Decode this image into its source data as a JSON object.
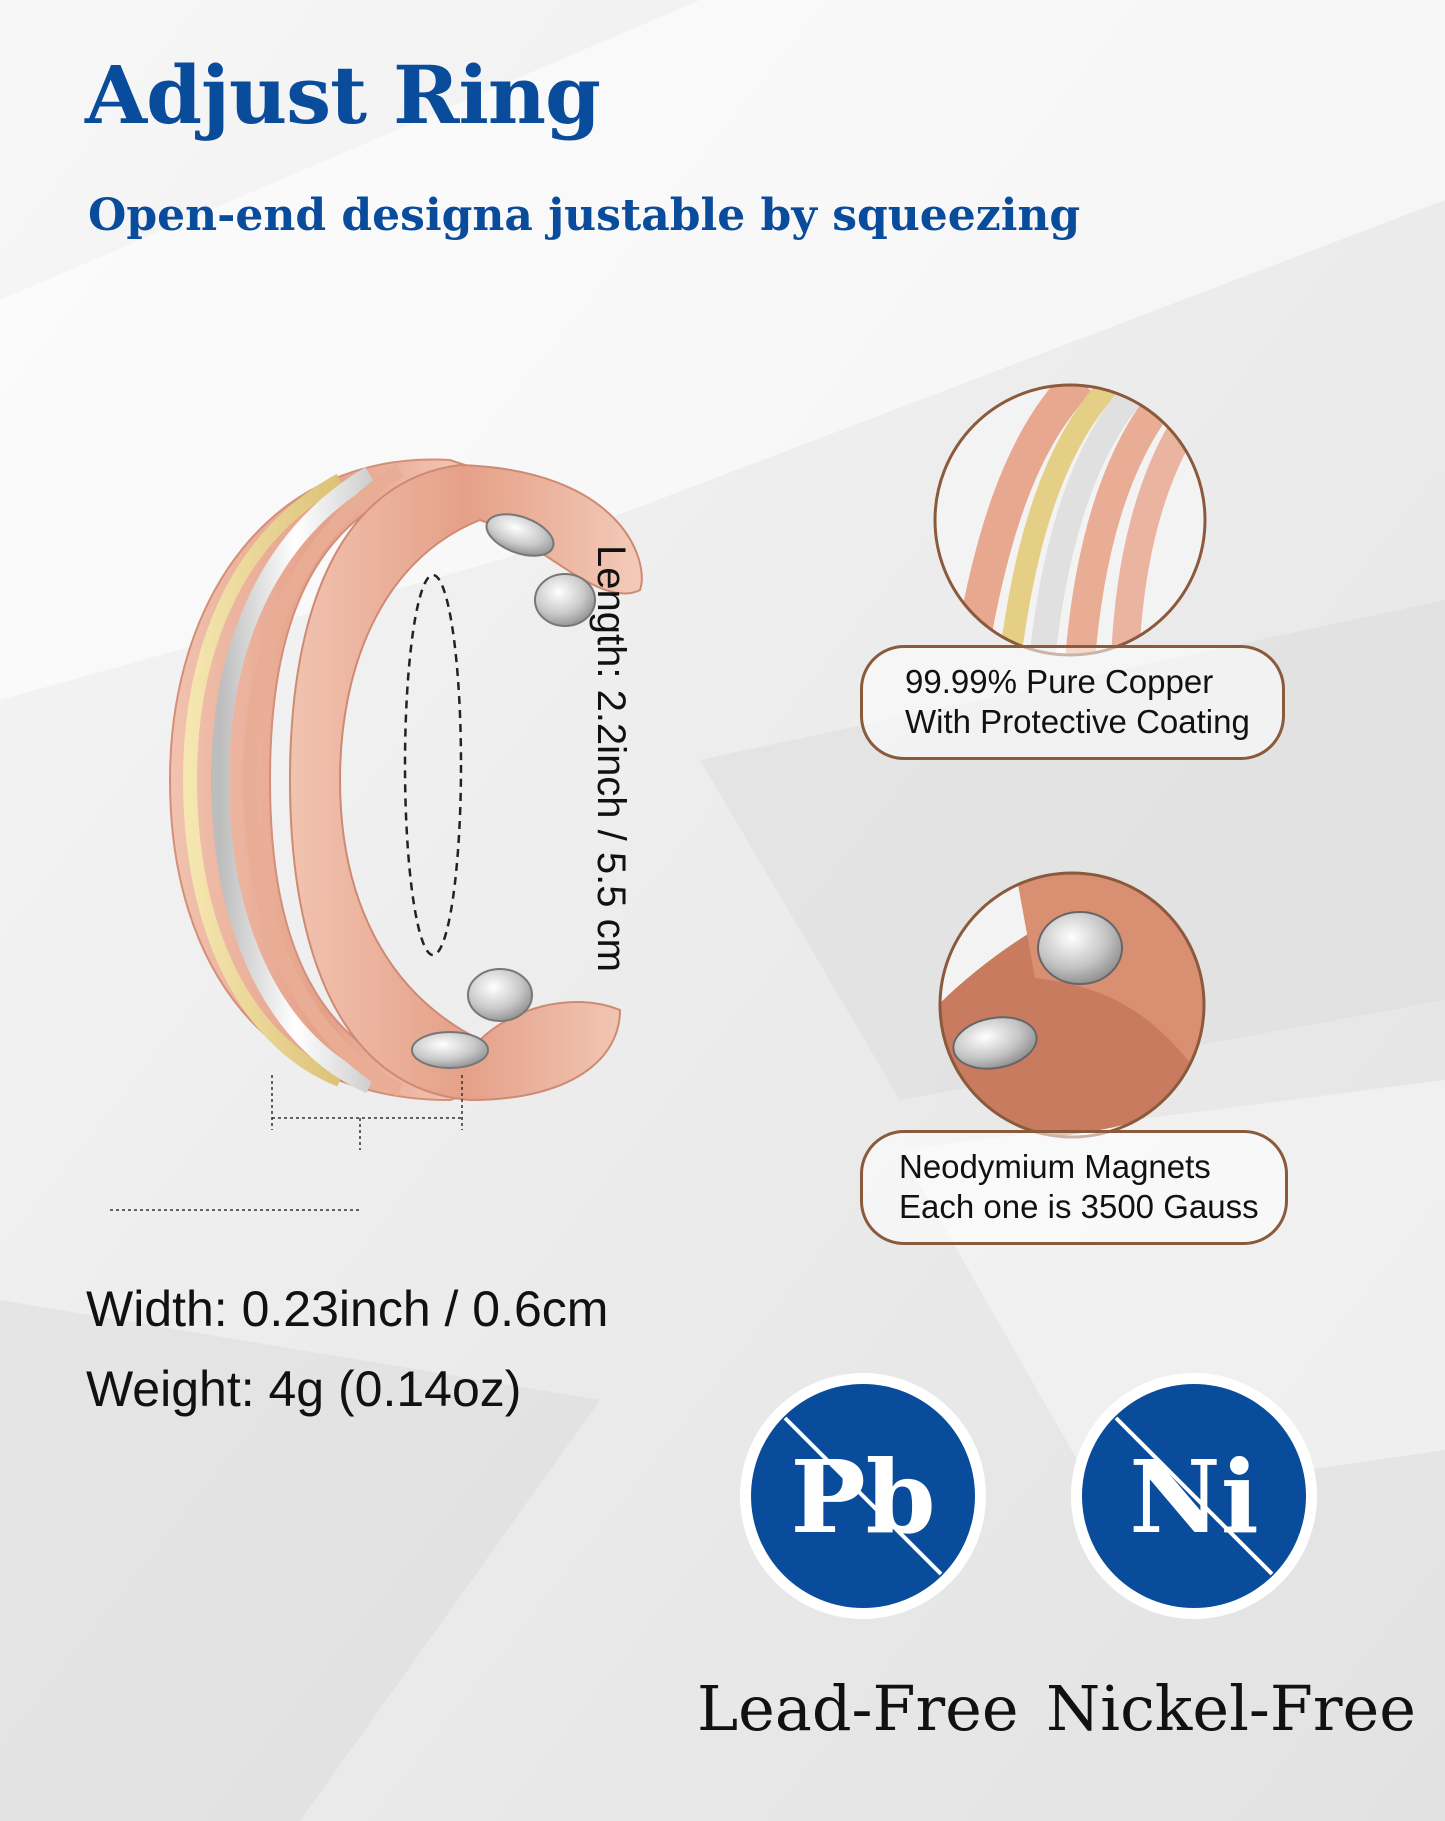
{
  "header": {
    "title": "Adjust Ring",
    "subtitle": "Open-end designa justable by squeezing"
  },
  "ring": {
    "length_label": "Length: 2.2inch / 5.5 cm"
  },
  "specs": {
    "width": "Width: 0.23inch / 0.6cm",
    "weight": "Weight: 4g (0.14oz)"
  },
  "callouts": [
    {
      "line1": "99.99% Pure Copper",
      "line2": "With Protective Coating"
    },
    {
      "line1": "Neodymium Magnets",
      "line2": "Each one is 3500 Gauss"
    }
  ],
  "badges": [
    {
      "symbol": "Pb",
      "label": "Lead-Free"
    },
    {
      "symbol": "Ni",
      "label": "Nickel-Free"
    }
  ],
  "colors": {
    "brand_blue": "#0a4c9c",
    "callout_border": "#8b5a3c",
    "copper": "#e8a58c",
    "gold": "#e5cf86",
    "silver": "#d9d9d9"
  }
}
